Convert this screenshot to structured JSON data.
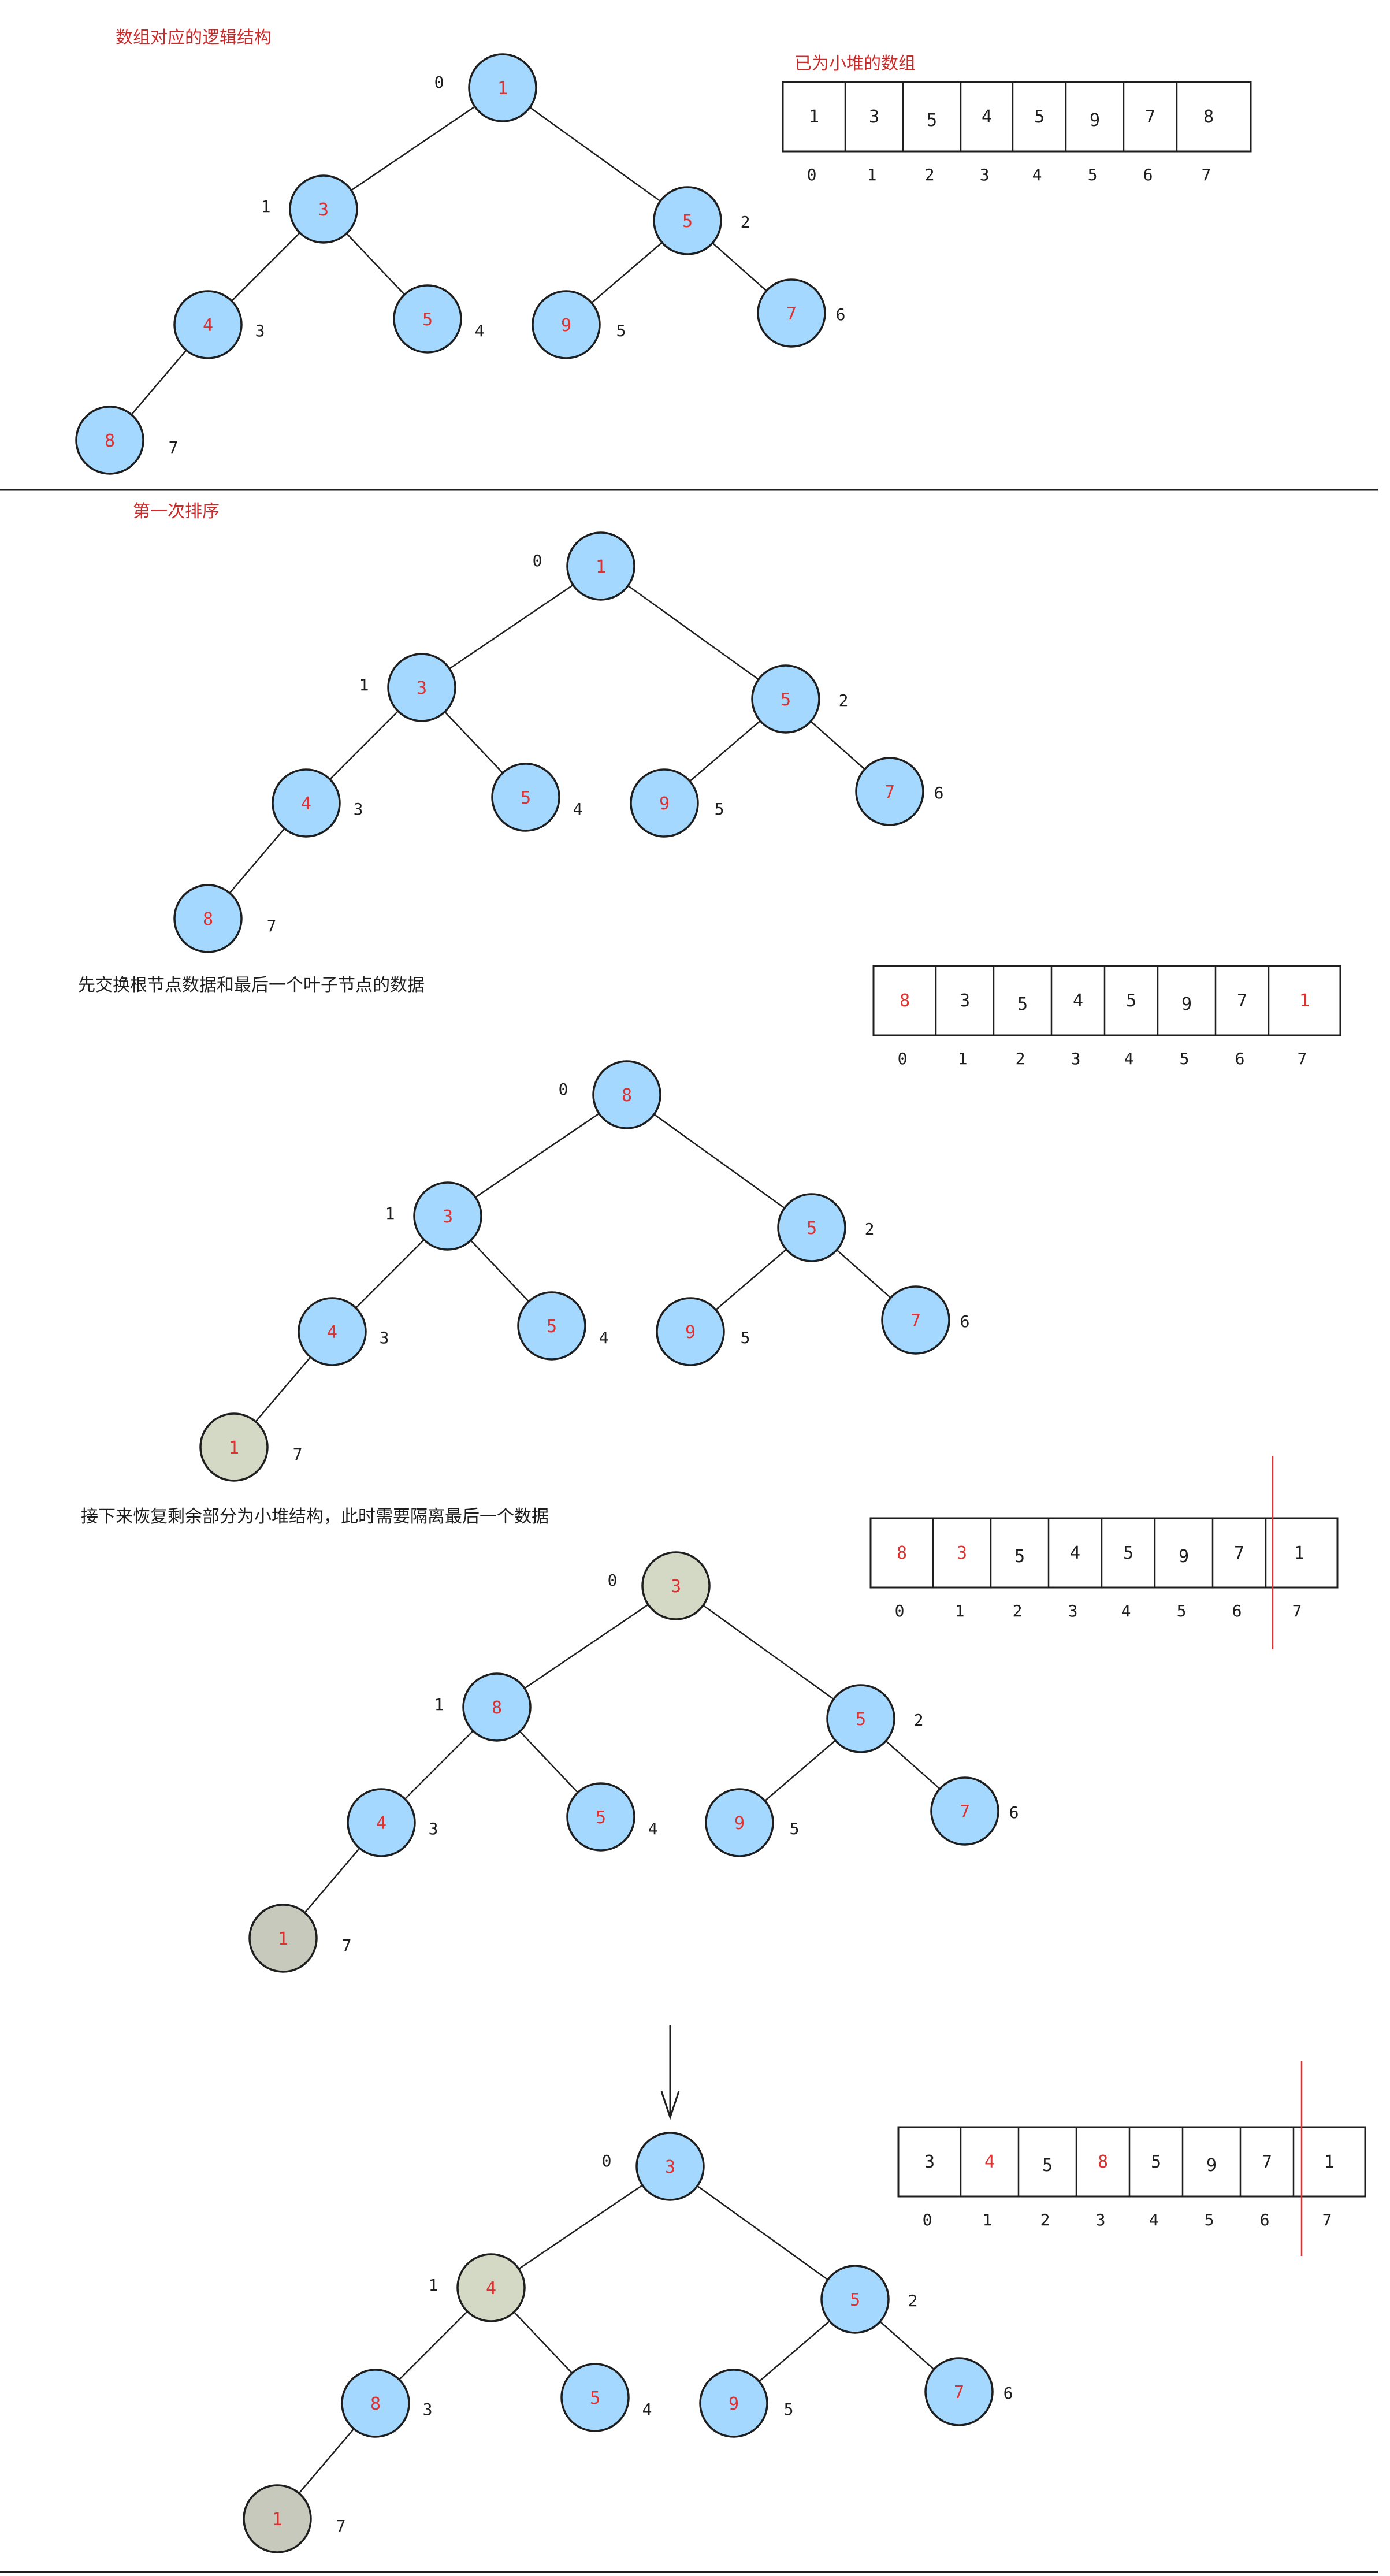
{
  "colors": {
    "node_blue": "#a5d8ff",
    "node_gray": "#d3d9c4",
    "node_gray_dark": "#c8c9bd",
    "node_text": "#e03131",
    "caption_red": "#c92a2a",
    "caption_dark": "#1e1e1e",
    "stroke": "#1e1e1e",
    "divider_red": "#e03131"
  },
  "sections": [
    {
      "caption": "数组对应的逻辑结构",
      "array_caption": "已为小堆的数组",
      "heap": [
        "1",
        "3",
        "5",
        "4",
        "5",
        "9",
        "7",
        "8"
      ],
      "fills": [
        "blue",
        "blue",
        "blue",
        "blue",
        "blue",
        "blue",
        "blue",
        "blue"
      ],
      "array": [
        "1",
        "3",
        "5",
        "4",
        "5",
        "9",
        "7",
        "8"
      ],
      "array_red": [],
      "isolated": false
    },
    {
      "caption": "第一次排序",
      "array_caption": "",
      "heap": [
        "1",
        "3",
        "5",
        "4",
        "5",
        "9",
        "7",
        "8"
      ],
      "fills": [
        "blue",
        "blue",
        "blue",
        "blue",
        "blue",
        "blue",
        "blue",
        "blue"
      ],
      "array": null,
      "array_red": [],
      "isolated": false
    },
    {
      "caption": "先交换根节点数据和最后一个叶子节点的数据",
      "array_caption": "",
      "heap": [
        "8",
        "3",
        "5",
        "4",
        "5",
        "9",
        "7",
        "1"
      ],
      "fills": [
        "blue",
        "blue",
        "blue",
        "blue",
        "blue",
        "blue",
        "blue",
        "gray"
      ],
      "array": [
        "8",
        "3",
        "5",
        "4",
        "5",
        "9",
        "7",
        "1"
      ],
      "array_red": [
        0,
        7
      ],
      "isolated": false
    },
    {
      "caption": "接下来恢复剩余部分为小堆结构，此时需要隔离最后一个数据",
      "array_caption": "",
      "heap": [
        "3",
        "8",
        "5",
        "4",
        "5",
        "9",
        "7",
        "1"
      ],
      "fills": [
        "gray",
        "blue",
        "blue",
        "blue",
        "blue",
        "blue",
        "blue",
        "graydark"
      ],
      "array": [
        "8",
        "3",
        "5",
        "4",
        "5",
        "9",
        "7",
        "1"
      ],
      "array_red": [
        0,
        1
      ],
      "isolated": true
    },
    {
      "caption": "",
      "array_caption": "",
      "heap": [
        "3",
        "4",
        "5",
        "8",
        "5",
        "9",
        "7",
        "1"
      ],
      "fills": [
        "blue",
        "gray",
        "blue",
        "blue",
        "blue",
        "blue",
        "blue",
        "graydark"
      ],
      "array": [
        "3",
        "4",
        "5",
        "8",
        "5",
        "9",
        "7",
        "1"
      ],
      "array_red": [
        1,
        3
      ],
      "isolated": true
    }
  ],
  "index_labels": [
    "0",
    "1",
    "2",
    "3",
    "4",
    "5",
    "6",
    "7"
  ]
}
